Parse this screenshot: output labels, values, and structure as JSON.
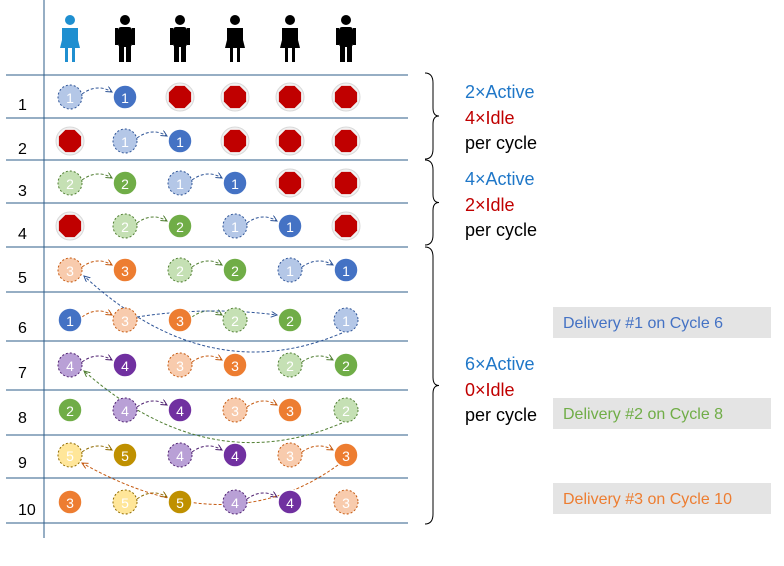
{
  "colors": {
    "grid_line": "#2E5C8A",
    "stop_fill": "#C00000",
    "active_blue": "#1F77C8",
    "idle_red": "#C00000",
    "text_black": "#000000",
    "arrow_blue": "#3A6BC7",
    "delivery_box": "#E4E4E4",
    "tokens": {
      "1": {
        "solid": "#4472C4",
        "pale": "#B4C7E7",
        "stroke": "#2F5597"
      },
      "2": {
        "solid": "#70AD47",
        "pale": "#C5E0B4",
        "stroke": "#507E32"
      },
      "3": {
        "solid": "#ED7D31",
        "pale": "#F8CBAD",
        "stroke": "#C55A11"
      },
      "4": {
        "solid": "#7030A0",
        "pale": "#B9A0D6",
        "stroke": "#4E2070"
      },
      "5": {
        "solid": "#BF9000",
        "pale": "#FFE699",
        "stroke": "#8F6A00"
      }
    }
  },
  "people": [
    {
      "figure": "female",
      "highlight": true
    },
    {
      "figure": "male",
      "highlight": false
    },
    {
      "figure": "male",
      "highlight": false
    },
    {
      "figure": "female",
      "highlight": false
    },
    {
      "figure": "female",
      "highlight": false
    },
    {
      "figure": "male",
      "highlight": false
    }
  ],
  "cycles": [
    {
      "label": "1",
      "cells": [
        "1p",
        "1s",
        "x",
        "x",
        "x",
        "x"
      ],
      "arrows": [
        [
          0,
          1,
          "1"
        ]
      ]
    },
    {
      "label": "2",
      "cells": [
        "x",
        "1p",
        "1s",
        "x",
        "x",
        "x"
      ],
      "arrows": [
        [
          1,
          2,
          "1"
        ]
      ]
    },
    {
      "label": "3",
      "cells": [
        "2p",
        "2s",
        "1p",
        "1s",
        "x",
        "x"
      ],
      "arrows": [
        [
          0,
          1,
          "2"
        ],
        [
          2,
          3,
          "1"
        ]
      ]
    },
    {
      "label": "4",
      "cells": [
        "x",
        "2p",
        "2s",
        "1p",
        "1s",
        "x"
      ],
      "arrows": [
        [
          1,
          2,
          "2"
        ],
        [
          3,
          4,
          "1"
        ]
      ]
    },
    {
      "label": "5",
      "cells": [
        "3p",
        "3s",
        "2p",
        "2s",
        "1p",
        "1s"
      ],
      "arrows": [
        [
          0,
          1,
          "3"
        ],
        [
          2,
          3,
          "2"
        ],
        [
          4,
          5,
          "1"
        ]
      ]
    },
    {
      "label": "6",
      "cells": [
        "1s",
        "3p",
        "3s",
        "2p",
        "2s",
        "1p"
      ],
      "arrows": [
        [
          0,
          1,
          "3"
        ],
        [
          2,
          3,
          "2"
        ],
        [
          1,
          4,
          "1"
        ]
      ]
    },
    {
      "label": "7",
      "cells": [
        "4p",
        "4s",
        "3p",
        "3s",
        "2p",
        "2s"
      ],
      "arrows": [
        [
          0,
          1,
          "4"
        ],
        [
          2,
          3,
          "3"
        ],
        [
          4,
          5,
          "2"
        ]
      ]
    },
    {
      "label": "8",
      "cells": [
        "2s",
        "4p",
        "4s",
        "3p",
        "3s",
        "2p"
      ],
      "arrows": [
        [
          1,
          2,
          "4"
        ],
        [
          3,
          4,
          "3"
        ]
      ]
    },
    {
      "label": "9",
      "cells": [
        "5p",
        "5s",
        "4p",
        "4s",
        "3p",
        "3s"
      ],
      "arrows": [
        [
          0,
          1,
          "5"
        ],
        [
          2,
          3,
          "4"
        ],
        [
          4,
          5,
          "3"
        ]
      ]
    },
    {
      "label": "10",
      "cells": [
        "3s",
        "5p",
        "5s",
        "4p",
        "4s",
        "3p"
      ],
      "arrows": [
        [
          1,
          2,
          "5"
        ],
        [
          3,
          4,
          "4"
        ]
      ]
    }
  ],
  "return_arrows": [
    {
      "from_row": 6,
      "to_row": 5,
      "token": "1",
      "from_col": 5,
      "to_col": 0
    },
    {
      "from_row": 8,
      "to_row": 7,
      "token": "2",
      "from_col": 5,
      "to_col": 0
    },
    {
      "from_row": 10,
      "to_row": 9,
      "token": "3",
      "from_col": 5,
      "to_col": 0
    }
  ],
  "groups": [
    {
      "active": "2×Active",
      "idle": "4×Idle",
      "per": "per cycle"
    },
    {
      "active": "4×Active",
      "idle": "2×Idle",
      "per": "per cycle"
    },
    {
      "active": "6×Active",
      "idle": "0×Idle",
      "per": "per cycle"
    }
  ],
  "deliveries": [
    {
      "text": "Delivery #1 on Cycle 6",
      "color": "#4472C4"
    },
    {
      "text": "Delivery #2 on Cycle 8",
      "color": "#70AD47"
    },
    {
      "text": "Delivery #3 on Cycle 10",
      "color": "#ED7D31"
    }
  ]
}
